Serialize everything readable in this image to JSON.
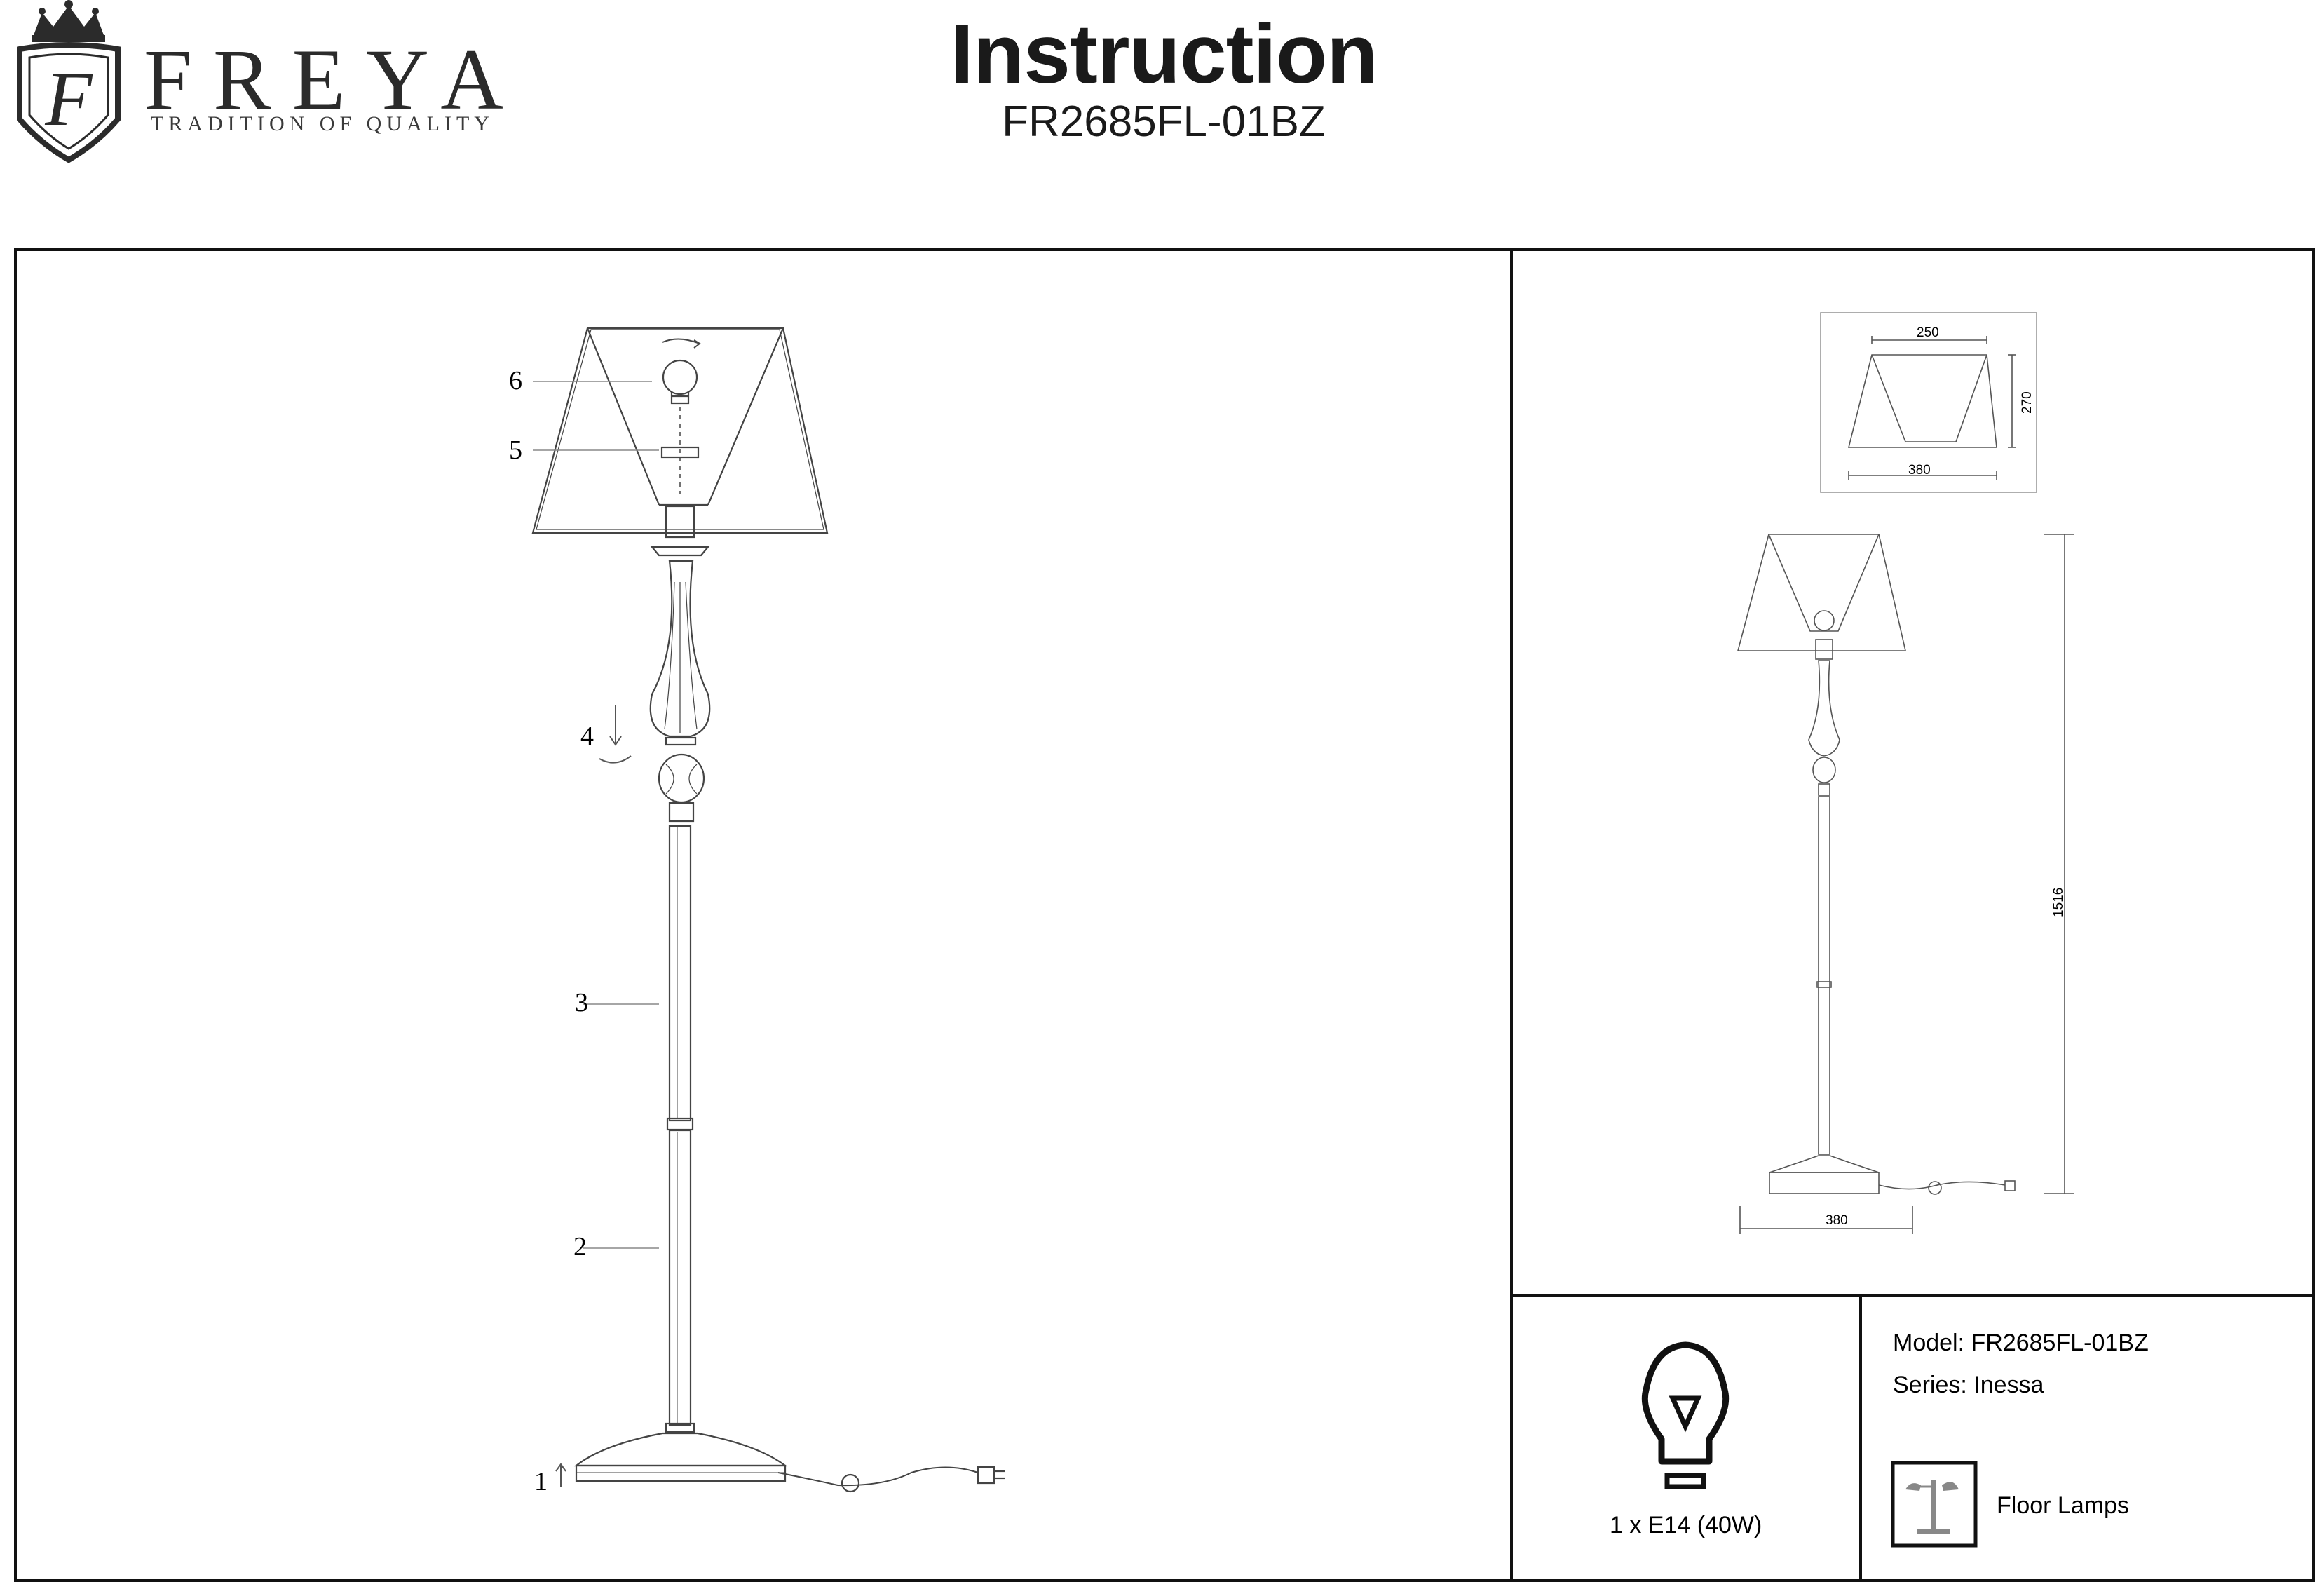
{
  "brand": {
    "name": "FREYA",
    "tagline": "TRADITION OF QUALITY",
    "logo_letter": "F"
  },
  "header": {
    "title": "Instruction",
    "model_code": "FR2685FL-01BZ"
  },
  "assembly": {
    "part_labels": [
      "1",
      "2",
      "3",
      "4",
      "5",
      "6"
    ]
  },
  "dimensions": {
    "shade_top": "250",
    "shade_height": "270",
    "shade_bottom": "380",
    "total_height": "1516",
    "base_width": "380"
  },
  "bulb": {
    "spec": "1 x E14 (40W)",
    "icon": "light-bulb-icon"
  },
  "product": {
    "model": "Model: FR2685FL-01BZ",
    "series": "Series: Inessa",
    "category": "Floor Lamps",
    "category_icon": "floor-lamp-icon"
  }
}
